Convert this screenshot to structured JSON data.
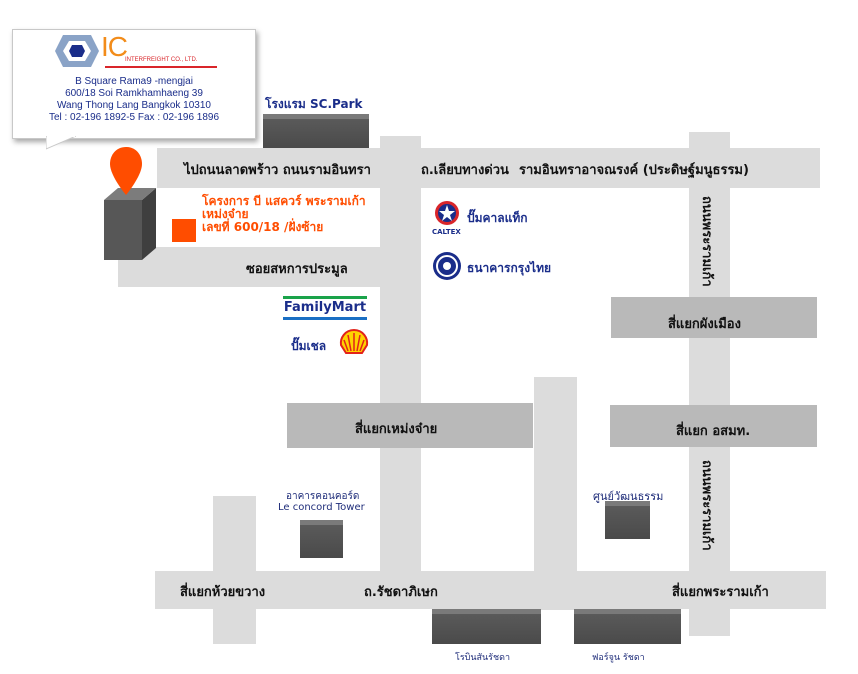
{
  "company": {
    "logo_main": "IC",
    "logo_sub": "INTERFREIGHT CO., LTD.",
    "address_lines": [
      "B Square Rama9 -mengjai",
      "600/18 Soi Ramkhamhaeng 39",
      "Wang Thong Lang Bangkok 10310",
      "Tel : 02-196 1892-5  Fax : 02-196 1896"
    ]
  },
  "project_label": [
    "โครงการ บี แสควร์ พระรามเก้า",
    "เหม่งจ๋าย",
    "เลขที่ 600/18 /ฝั่งซ้าย"
  ],
  "roads": {
    "top_left": "ไปถนนลาดพร้าว ถนนรามอินทรา",
    "top_mid": "ถ.เลียบทางด่วน",
    "top_right": "รามอินทราอาจณรงค์ (ประดิษฐ์มนูธรรม)",
    "soi": "ซอยสหการประมูล",
    "right_upper": "ถนนพระรามเก้า",
    "right_lower": "ถนนพระรามเก้า",
    "bottom_mid": "ถ.รัชดาภิเษก"
  },
  "intersections": {
    "phang_mueang": "สี่แยกผังเมือง",
    "meng_jai": "สี่แยกเหม่งจ๋าย",
    "osmt": "สี่แยก อสมท.",
    "huai_khwang": "สี่แยกห้วยขวาง",
    "rama9": "สี่แยกพระรามเก้า"
  },
  "landmarks": {
    "hotel": "โรงแรม SC.Park",
    "caltex": "ปั๊มคาลแท็ก",
    "caltex_logo": "CALTEX",
    "ktb": "ธนาคารกรุงไทย",
    "familymart": "FamilyMart",
    "shell": "ปั๊มเชล",
    "le_concord_th": "อาคารคอนคอร์ด",
    "le_concord_en": "Le concord Tower",
    "cultural_center": "ศูนย์วัฒนธรรม",
    "robinson": "โรบินสันรัชดา",
    "fortune": "ฟอร์จูน รัชดา"
  },
  "colors": {
    "road": "#dcdcdc",
    "junction": "#b9b9b9",
    "pin": "#ff4d00",
    "brand_blue": "#1a2d8a"
  }
}
